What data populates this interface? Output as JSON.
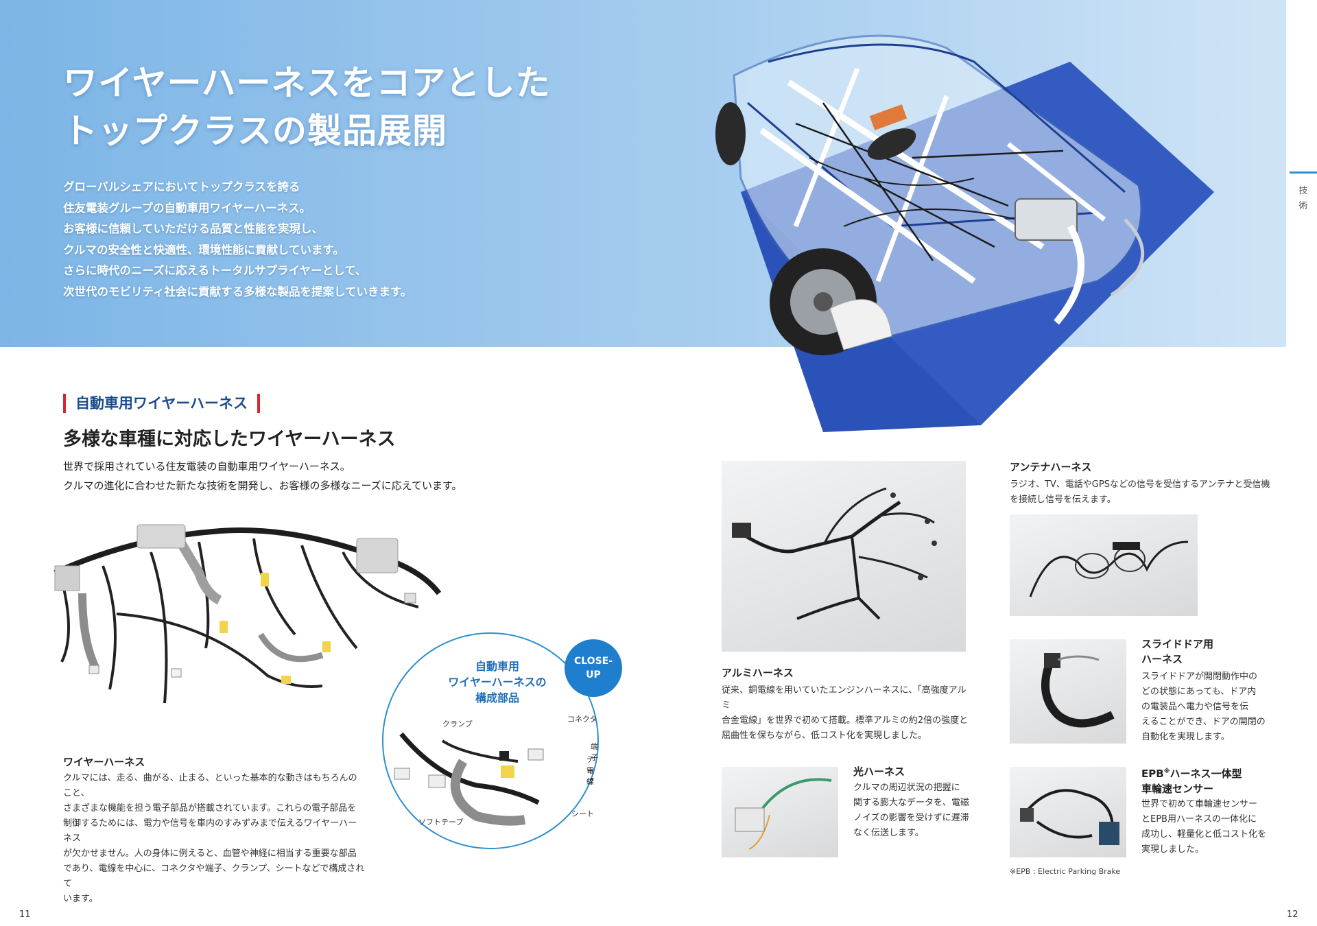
{
  "hero": {
    "title_line1": "ワイヤーハーネスをコアとした",
    "title_line2": "トップクラスの製品展開",
    "body": [
      "グローバルシェアにおいてトップクラスを誇る",
      "住友電装グループの自動車用ワイヤーハーネス。",
      "お客様に信頼していただける品質と性能を実現し、",
      "クルマの安全性と快適性、環境性能に貢献しています。",
      "さらに時代のニーズに応えるトータルサプライヤーとして、",
      "次世代のモビリティ社会に貢献する多様な製品を提案していきます。"
    ]
  },
  "side_tab": {
    "char1": "技",
    "char2": "術"
  },
  "section": {
    "label": "自動車用ワイヤーハーネス",
    "heading": "多様な車種に対応したワイヤーハーネス",
    "body": [
      "世界で採用されている住友電装の自動車用ワイヤーハーネス。",
      "クルマの進化に合わせた新たな技術を開発し、お客様の多様なニーズに応えています。"
    ]
  },
  "closeup": {
    "title_lines": [
      "自動車用",
      "ワイヤーハーネスの",
      "構成部品"
    ],
    "badge_line1": "CLOSE-",
    "badge_line2": "UP",
    "callouts": {
      "clamp": "クランプ",
      "connector": "コネクタ",
      "terminal": "端子",
      "tape": "テープ",
      "wire": "電線",
      "soft_tape": "ソフトテープ",
      "sheet": "シート"
    }
  },
  "wire_harness": {
    "title": "ワイヤーハーネス",
    "body": [
      "クルマには、走る、曲がる、止まる、といった基本的な動きはもちろんのこと、",
      "さまざまな機能を担う電子部品が搭載されています。これらの電子部品を",
      "制御するためには、電力や信号を車内のすみずみまで伝えるワイヤーハーネス",
      "が欠かせません。人の身体に例えると、血管や神経に相当する重要な部品",
      "であり、電線を中心に、コネクタや端子、クランプ、シートなどで構成されて",
      "います。"
    ]
  },
  "alumi": {
    "title": "アルミハーネス",
    "body": [
      "従来、銅電線を用いていたエンジンハーネスに、「高強度アルミ",
      "合金電線」を世界で初めて搭載。標準アルミの約2倍の強度と",
      "屈曲性を保ちながら、低コスト化を実現しました。"
    ]
  },
  "antenna": {
    "title": "アンテナハーネス",
    "body": [
      "ラジオ、TV、電話やGPSなどの信号を受信するアンテナと受信機",
      "を接続し信号を伝えます。"
    ]
  },
  "slide_door": {
    "title_line1": "スライドドア用",
    "title_line2": "ハーネス",
    "body": [
      "スライドドアが開閉動作中の",
      "どの状態にあっても、ドア内",
      "の電装品へ電力や信号を伝",
      "えることができ、ドアの開閉の",
      "自動化を実現します。"
    ]
  },
  "optical": {
    "title": "光ハーネス",
    "body": [
      "クルマの周辺状況の把握に",
      "関する膨大なデータを、電磁",
      "ノイズの影響を受けずに遅滞",
      "なく伝送します。"
    ]
  },
  "epb": {
    "title_pre": "EPB",
    "title_sup": "※",
    "title_post": "ハーネス一体型",
    "title_line2": "車輪速センサー",
    "body": [
      "世界で初めて車輪速センサー",
      "とEPB用ハーネスの一体化に",
      "成功し、軽量化と低コスト化を",
      "実現しました。"
    ],
    "footnote": "※EPB : Electric Parking Brake"
  },
  "page_numbers": {
    "left": "11",
    "right": "12"
  },
  "colors": {
    "hero_blue": "#7db5e6",
    "label_blue": "#1a4d8a",
    "accent_red": "#d9262c",
    "badge_blue": "#1f7fce"
  }
}
